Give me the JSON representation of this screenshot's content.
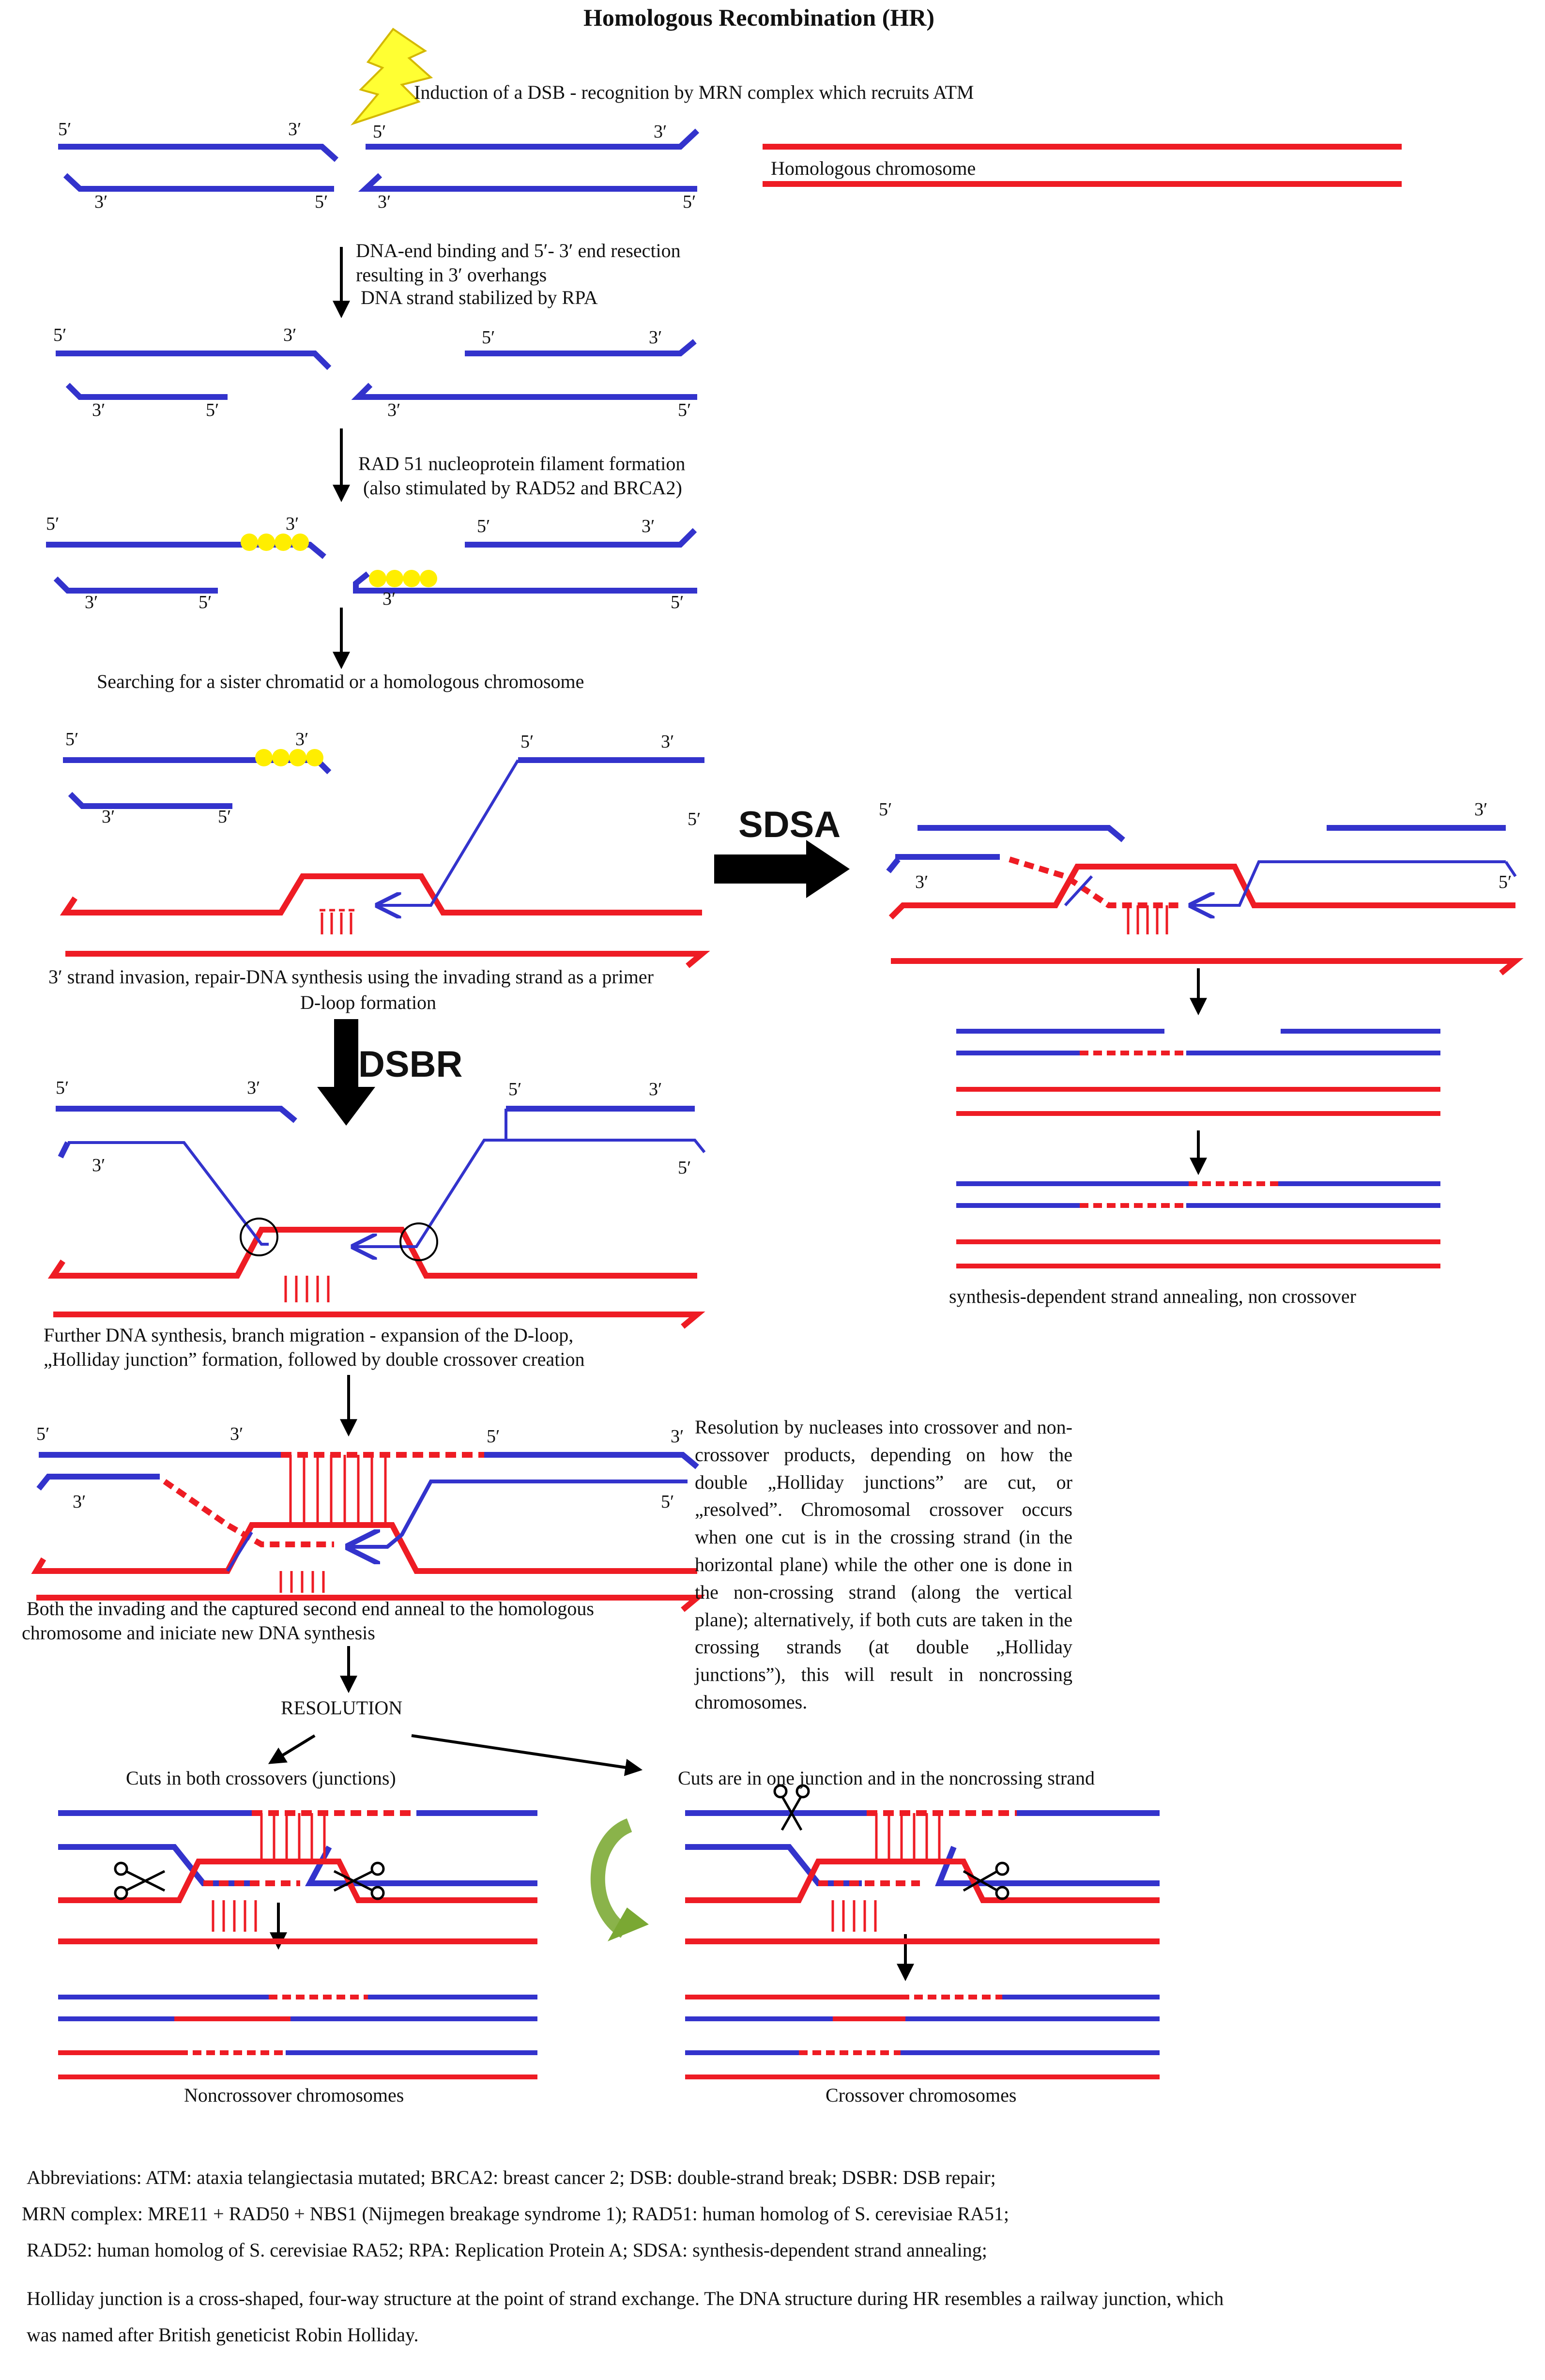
{
  "title": "Homologous Recombination (HR)",
  "end_labels": {
    "five": "5′",
    "three": "3′"
  },
  "steps": {
    "s1": "Induction of a DSB  - recognition by MRN complex which recruits ATM",
    "homologous": "Homologous chromosome",
    "s2a": "DNA-end binding and 5′- 3′ end resection",
    "s2b": "resulting in 3′ overhangs",
    "s2c": "DNA strand stabilized by RPA",
    "s3a": "RAD 51 nucleoprotein filament formation",
    "s3b": "(also stimulated by RAD52 and BRCA2)",
    "s4": "Searching for a sister chromatid or a homologous chromosome",
    "s5a": "3′ strand invasion, repair-DNA synthesis using the invading strand as a primer",
    "s5b": "D-loop formation",
    "sdsa": "SDSA",
    "dsbr": "DSBR",
    "sdsa_result": "synthesis-dependent strand annealing, non crossover",
    "s6a": "Further DNA synthesis,  branch migration - expansion of the D-loop,",
    "s6b": "„Holliday junction” formation, followed by double crossover creation",
    "s7a": "Both the invading and the captured second end anneal to the homologous",
    "s7b": "chromosome and iniciate new DNA synthesis",
    "resolution": "RESOLUTION",
    "cuts_both": "Cuts in both crossovers (junctions)",
    "cuts_one": "Cuts are in one junction and in the noncrossing strand",
    "noncrossover": "Noncrossover chromosomes",
    "crossover": "Crossover chromosomes",
    "resolution_text": "Resolution by nucleases into crossover and non-crossover products, depending on how the double „Holliday junctions” are cut, or „resolved”. Chromosomal crossover occurs when one cut is in the crossing strand (in the horizontal plane) while the other one is done in the non-crossing strand (along the vertical plane); alternatively, if both cuts are taken in the crossing strands (at double „Holliday junctions”), this will result in noncrossing chromosomes."
  },
  "abbreviations": {
    "line1": "Abbreviations:  ATM: ataxia telangiectasia mutated;      BRCA2: breast cancer 2;      DSB: double-strand break;      DSBR: DSB repair;",
    "line2": "MRN complex:  MRE11 + RAD50 + NBS1 (Nijmegen breakage syndrome 1);   RAD51: human homolog of S. cerevisiae RA51;",
    "line3": "RAD52: human homolog of S. cerevisiae RA52;     RPA: Replication Protein A;     SDSA: synthesis-dependent strand annealing;"
  },
  "note": {
    "line1": "Holliday junction is a cross-shaped,  four-way structure at the point of strand exchange.  The DNA structure during HR resembles a railway junction, which",
    "line2": "was named after British geneticist Robin Holliday."
  },
  "colors": {
    "blue": "#3333cc",
    "red": "#ee1c24",
    "yellow": "#ffee00",
    "green": "#7aa833",
    "black": "#000000"
  }
}
